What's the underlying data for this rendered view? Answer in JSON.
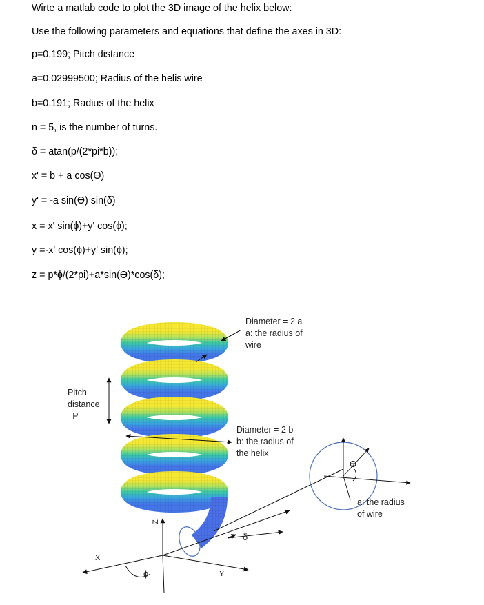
{
  "text_lines": [
    "Wirte a matlab code to plot the 3D image of the helix below:",
    "Use the following parameters and equations that define the axes in 3D:",
    "p=0.199; Pitch distance",
    "a=0.02999500; Radius of the helis wire",
    "b=0.191; Radius of the helix",
    "n = 5, is the number of turns.",
    "δ = atan(p/(2*pi*b));",
    "x' = b + a cos(ϴ)",
    "y' = -a sin(ϴ) sin(δ)",
    "x = x' sin(ɸ)+y' cos(ɸ);",
    "y =-x' cos(ɸ)+y' sin(ɸ);",
    "z = p*ɸ/(2*pi)+a*sin(ϴ)*cos(δ);"
  ],
  "figure": {
    "wire_diameter": [
      "Diameter = 2 a",
      "a: the radius of",
      "wire"
    ],
    "helix_diameter": [
      "Diameter = 2 b",
      "b: the radius of",
      "the helix"
    ],
    "pitch": [
      "Pitch",
      "distance",
      "=P"
    ],
    "wire_radius": [
      "a: the radius",
      "of wire"
    ],
    "theta_symbol": "ϴ",
    "delta_symbol": "δ",
    "phi_symbol": "ɸ",
    "axis_x": "X",
    "axis_y": "Y",
    "axis_z": "Z",
    "colors": {
      "helix_top": "#f6e832",
      "helix_mid": "#3cc9a6",
      "helix_bottom": "#4476e8",
      "circle": "#4a6fb8"
    }
  }
}
